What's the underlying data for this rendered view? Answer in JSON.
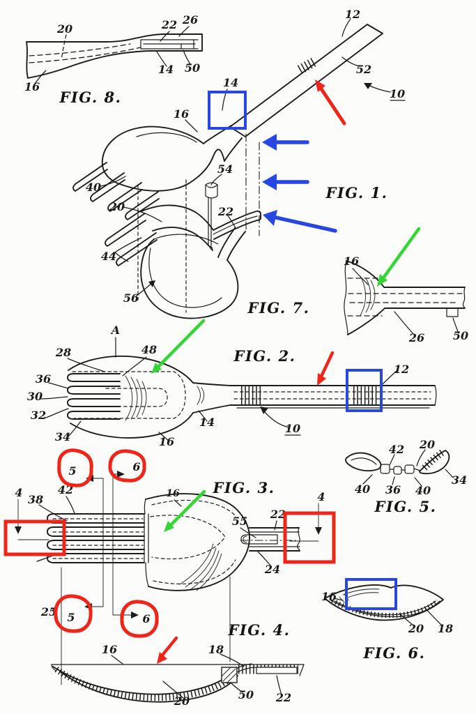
{
  "page": {
    "background": "#fcfcfa",
    "ink": "#1c1c1c",
    "type": "patent-drawing-sheet"
  },
  "annotation_colors": {
    "red": "#ee2518",
    "blue": "#2846e2",
    "green": "#33d633"
  },
  "figures": {
    "fig1": {
      "title": "FIG. 1.",
      "refs": {
        "n12": "12",
        "n52": "52",
        "n10": "10",
        "n14": "14",
        "n16": "16",
        "n40": "40",
        "n54": "54",
        "n20": "20",
        "n22": "22",
        "n44": "44",
        "n56": "56"
      }
    },
    "fig2": {
      "title": "FIG. 2.",
      "refs": {
        "nA": "A",
        "n28": "28",
        "n48": "48",
        "n36": "36",
        "n30": "30",
        "n32": "32",
        "n34": "34",
        "n16": "16",
        "n14": "14",
        "n10": "10",
        "n12": "12"
      }
    },
    "fig3": {
      "title": "FIG. 3.",
      "refs": {
        "n4_left": "4",
        "n38": "38",
        "n42": "42",
        "n16": "16",
        "n55": "55",
        "n22": "22",
        "n24": "24",
        "n4_right": "4",
        "n25": "25",
        "sec5_top": "5",
        "sec6_top": "6",
        "sec5_bottom": "5",
        "sec6_bottom": "6"
      }
    },
    "fig4": {
      "title": "FIG. 4.",
      "refs": {
        "n16": "16",
        "n18": "18",
        "n20": "20",
        "n50": "50",
        "n22": "22"
      }
    },
    "fig5": {
      "title": "FIG. 5.",
      "refs": {
        "n42": "42",
        "n20": "20",
        "n40a": "40",
        "n36": "36",
        "n40b": "40",
        "n34": "34"
      }
    },
    "fig6": {
      "title": "FIG. 6.",
      "refs": {
        "n16": "16",
        "n20": "20",
        "n18": "18"
      }
    },
    "fig7": {
      "title": "FIG. 7.",
      "refs": {
        "n16": "16",
        "n26": "26",
        "n50": "50"
      }
    },
    "fig8": {
      "title": "FIG. 8.",
      "refs": {
        "n20": "20",
        "n22": "22",
        "n26": "26",
        "n14": "14",
        "n50": "50",
        "n16": "16"
      }
    }
  },
  "annotations": {
    "items": [
      {
        "name": "red-arrow-fig1",
        "type": "arrow",
        "color": "red"
      },
      {
        "name": "red-arrow-fig2",
        "type": "arrow",
        "color": "red"
      },
      {
        "name": "red-arrow-fig4",
        "type": "arrow",
        "color": "red"
      },
      {
        "name": "red-box-fig3-left",
        "type": "box",
        "color": "red"
      },
      {
        "name": "red-box-fig3-right",
        "type": "box",
        "color": "red"
      },
      {
        "name": "red-circle-5-top",
        "type": "circle",
        "color": "red"
      },
      {
        "name": "red-circle-6-top",
        "type": "circle",
        "color": "red"
      },
      {
        "name": "red-circle-5-bottom",
        "type": "circle",
        "color": "red"
      },
      {
        "name": "red-circle-6-bottom",
        "type": "circle",
        "color": "red"
      },
      {
        "name": "blue-box-fig1",
        "type": "box",
        "color": "blue"
      },
      {
        "name": "blue-box-fig2",
        "type": "box",
        "color": "blue"
      },
      {
        "name": "blue-box-fig6",
        "type": "box",
        "color": "blue"
      },
      {
        "name": "blue-arrow-1",
        "type": "arrow",
        "color": "blue"
      },
      {
        "name": "blue-arrow-2",
        "type": "arrow",
        "color": "blue"
      },
      {
        "name": "blue-arrow-3",
        "type": "arrow",
        "color": "blue"
      },
      {
        "name": "green-arrow-fig7",
        "type": "arrow",
        "color": "green"
      },
      {
        "name": "green-arrow-fig2",
        "type": "arrow",
        "color": "green"
      },
      {
        "name": "green-arrow-fig3",
        "type": "arrow",
        "color": "green"
      }
    ]
  }
}
